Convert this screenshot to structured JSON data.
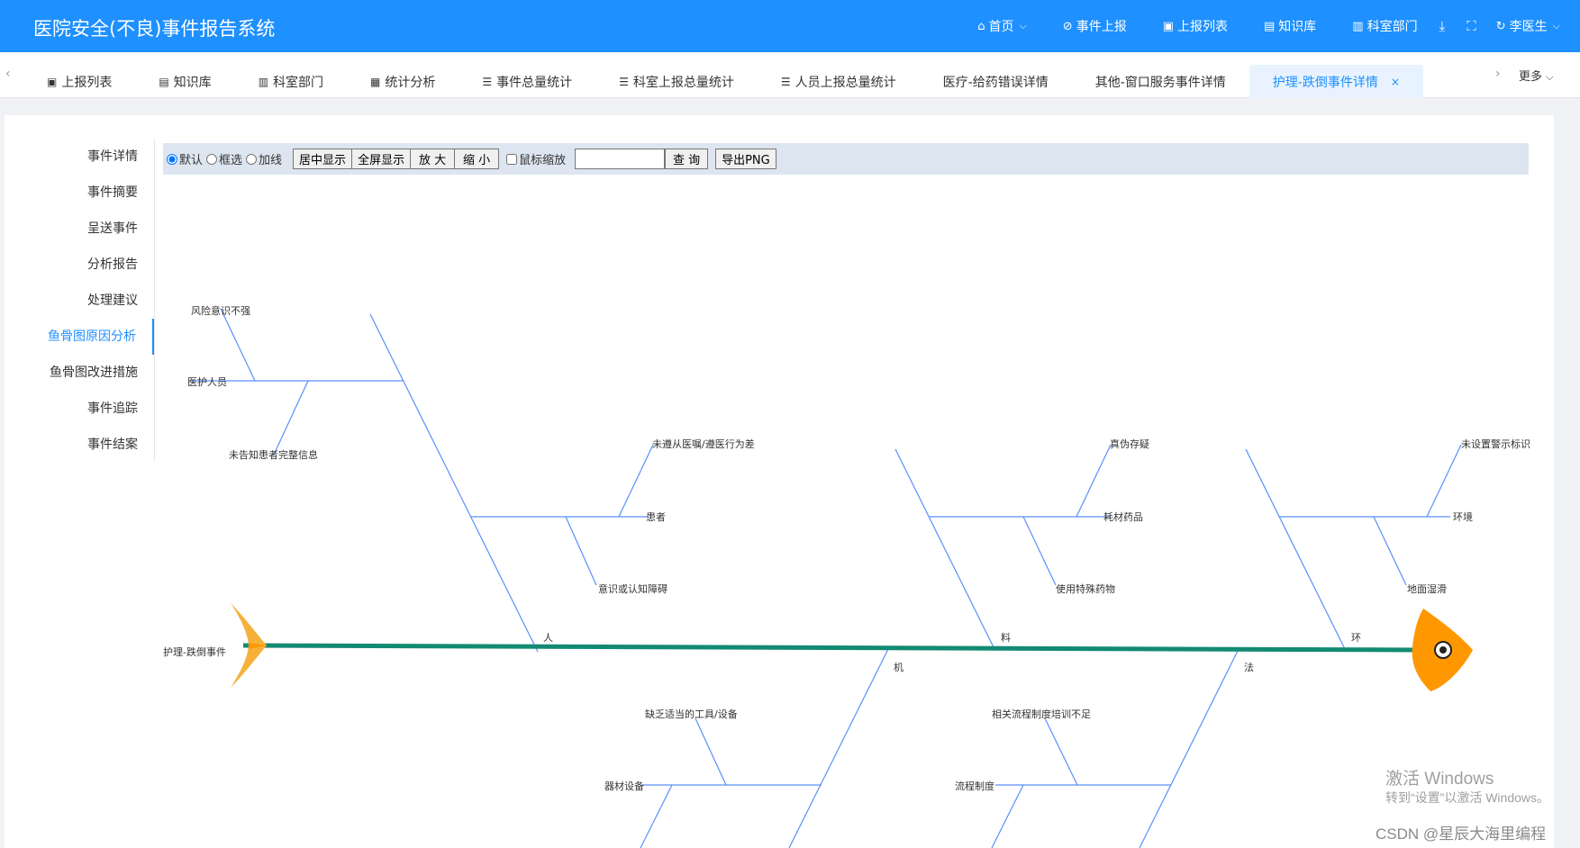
{
  "app": {
    "title": "医院安全(不良)事件报告系统"
  },
  "topnav": {
    "items": [
      {
        "label": "首页",
        "icon": "home-icon",
        "suffix": "⌄"
      },
      {
        "label": "事件上报",
        "icon": "paperclip-icon"
      },
      {
        "label": "上报列表",
        "icon": "monitor-icon"
      },
      {
        "label": "知识库",
        "icon": "book-icon"
      },
      {
        "label": "科室部门",
        "icon": "document-icon"
      }
    ],
    "user": "李医生"
  },
  "tabs": [
    {
      "label": "上报列表",
      "icon": "monitor-icon"
    },
    {
      "label": "知识库",
      "icon": "book-icon"
    },
    {
      "label": "科室部门",
      "icon": "document-icon"
    },
    {
      "label": "统计分析",
      "icon": "film-icon"
    },
    {
      "label": "事件总量统计",
      "icon": "list-icon"
    },
    {
      "label": "科室上报总量统计",
      "icon": "list-icon"
    },
    {
      "label": "人员上报总量统计",
      "icon": "list-icon"
    },
    {
      "label": "医疗-给药错误详情",
      "icon": ""
    },
    {
      "label": "其他-窗口服务事件详情",
      "icon": ""
    },
    {
      "label": "护理-跌倒事件详情",
      "icon": "",
      "active": true,
      "closable": true
    }
  ],
  "tab_more": "更多",
  "sidebar": {
    "items": [
      "事件详情",
      "事件摘要",
      "呈送事件",
      "分析报告",
      "处理建议",
      "鱼骨图原因分析",
      "鱼骨图改进措施",
      "事件追踪",
      "事件结案"
    ],
    "active_index": 5
  },
  "toolbar": {
    "radio_default": "默认",
    "radio_select": "框选",
    "radio_add_line": "加线",
    "btn_center": "居中显示",
    "btn_fullscreen": "全屏显示",
    "btn_zoom_in": "放 大",
    "btn_zoom_out": "缩 小",
    "checkbox_mouse_zoom": "鼠标缩放",
    "search_value": "",
    "btn_query": "查 询",
    "btn_export": "导出PNG"
  },
  "fishbone": {
    "head_label": "护理-跌倒事件",
    "spine_color": "#138a72",
    "bone_color": "#5b8ff9",
    "head_color": "#ff9800",
    "tail_color": "#f5b13a",
    "categories": {
      "ren": "人",
      "liao": "料",
      "huan": "环",
      "ji": "机",
      "fa": "法"
    },
    "labels": {
      "risk_awareness": "风险意识不强",
      "medical_staff": "医护人员",
      "not_informed": "未告知患者完整信息",
      "not_obey": "未遵从医嘱/遵医行为差",
      "patient": "患者",
      "cognitive": "意识或认知障碍",
      "fake_stock": "真伪存疑",
      "consumables": "耗材药品",
      "special_drugs": "使用特殊药物",
      "no_warning": "未设置警示标识",
      "environment": "环境",
      "slippery": "地面湿滑",
      "lack_tools": "缺乏适当的工具/设备",
      "equipment": "器材设备",
      "training": "相关流程制度培训不足",
      "process": "流程制度"
    }
  },
  "watermarks": {
    "activate_title": "激活 Windows",
    "activate_sub": "转到“设置”以激活 Windows。",
    "csdn": "CSDN @星辰大海里编程"
  }
}
